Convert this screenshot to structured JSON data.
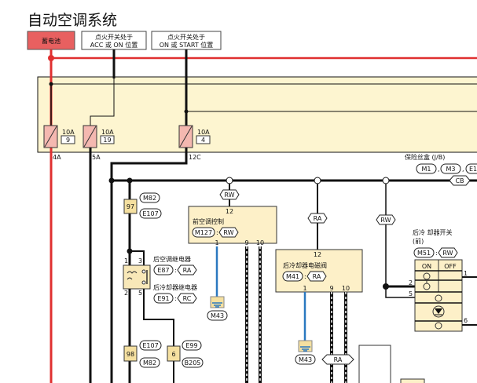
{
  "title": "自动空调系统",
  "sources": {
    "battery": "蓄电池",
    "ign_acc_line1": "点火开关处于",
    "ign_acc_line2": "ACC 或 ON 位置",
    "ign_start_line1": "点火开关处于",
    "ign_start_line2": "ON 或 START 位置"
  },
  "colors": {
    "battery_wire": "#e03030",
    "battery_box": "#e86060",
    "fuse_block": "#fdf5d0",
    "ground_wire": "#2a78c0",
    "fuse": "#f4b8b0"
  },
  "fuses": [
    {
      "rating": "10A",
      "number": "9",
      "terminal": "4A"
    },
    {
      "rating": "10A",
      "number": "19",
      "terminal": "5A"
    },
    {
      "rating": "10A",
      "number": "4",
      "terminal": "12C"
    }
  ],
  "junction_box": {
    "label": "保险丝盒 (J/B)",
    "connectors": [
      "M1",
      "M3",
      "E1"
    ],
    "tag": "CB"
  },
  "connectors": {
    "c97": {
      "pin": "97",
      "top": "M82",
      "bottom": "E107"
    },
    "c98": {
      "pin": "98",
      "top": "E107",
      "bottom": "M82"
    },
    "c6": {
      "pin": "6",
      "top": "E99",
      "bottom": "B205"
    }
  },
  "relays": {
    "pins": [
      "1",
      "3",
      "2",
      "5"
    ],
    "rear_ac_relay": {
      "label": "后空调继电器",
      "connector": "E87",
      "tag": "RA"
    },
    "rear_cooler_relay": {
      "label": "后冷却器继电器",
      "connector": "E91",
      "tag": "RC"
    }
  },
  "front_ac_control": {
    "label": "前空调控制",
    "connector": "M127",
    "tag": "RW",
    "input_tag": "RW",
    "pin_top": "12",
    "pins": [
      "1",
      "9",
      "10"
    ],
    "ground": "M43"
  },
  "rear_cooler_valve": {
    "label": "后冷却器电磁阀",
    "connector": "M41",
    "tag": "RA",
    "input_tag": "RA",
    "pin_top": "12",
    "pins": [
      "1",
      "9",
      "10"
    ],
    "ground": "M43",
    "bottom_tag": "RA"
  },
  "rear_cooler_switch": {
    "label_line1": "后冷 却器开关",
    "label_line2": "(前)",
    "connector": "M51",
    "tag": "RW",
    "input_tag": "RW",
    "on": "ON",
    "off": "OFF",
    "pins": [
      "1",
      "2",
      "5",
      "6"
    ]
  }
}
